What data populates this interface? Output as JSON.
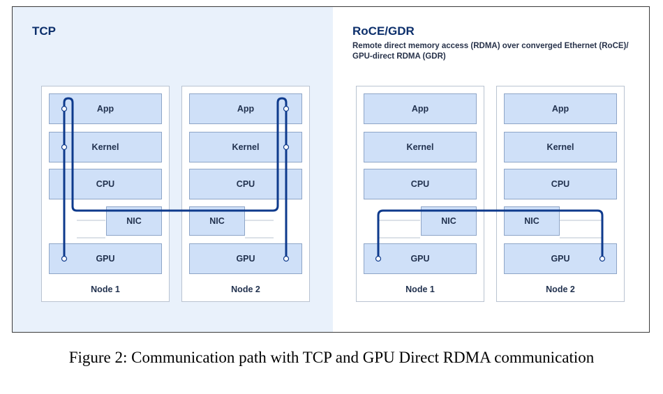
{
  "panels": [
    {
      "title": "TCP",
      "subtitle": ""
    },
    {
      "title": "RoCE/GDR",
      "subtitle": "Remote direct memory access (RDMA) over converged Ethernet (RoCE)/ GPU-direct RDMA (GDR)"
    }
  ],
  "layers": {
    "app": "App",
    "kernel": "Kernel",
    "cpu": "CPU",
    "nic": "NIC",
    "gpu": "GPU"
  },
  "nodes": {
    "node1": "Node 1",
    "node2": "Node 2"
  },
  "colors": {
    "path": "#0e3a8c",
    "layer_fill": "#cfe0f8",
    "tcp_background": "#e9f1fb"
  },
  "caption": "Figure 2: Communication path with TCP and GPU Direct RDMA communication"
}
